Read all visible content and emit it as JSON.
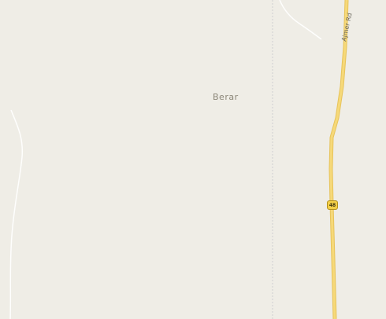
{
  "map": {
    "colors": {
      "land": "#efede6",
      "road_fill": "#f6d979",
      "road_casing": "#e7c35a",
      "boundary": "#cfcfd0",
      "stream": "#ffffff",
      "label": "#8c8779",
      "shield": "#f3cf47"
    },
    "places": [
      {
        "name": "Berar"
      }
    ],
    "roads": [
      {
        "name": "Ajmer Rd"
      }
    ],
    "route_shields": [
      {
        "number": "48"
      }
    ]
  }
}
